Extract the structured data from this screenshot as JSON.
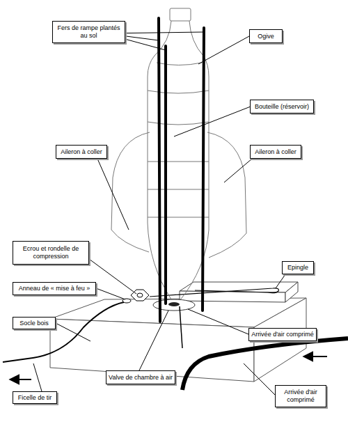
{
  "diagram": {
    "nodes": [
      {
        "text": [
          "Fers de rampe plantés au sol"
        ]
      },
      {
        "text": [
          "Ogive"
        ]
      },
      {
        "text": [
          "Bouteille (réservoir)"
        ]
      },
      {
        "text": [
          "Aileron à coller"
        ]
      },
      {
        "text": [
          "Aileron à coller"
        ]
      },
      {
        "text": [
          "Ecrou et rondelle de compression"
        ]
      },
      {
        "text": [
          "Epingle"
        ]
      },
      {
        "text": [
          "Anneau de « mise à feu »"
        ]
      },
      {
        "text": [
          "Socle bois"
        ]
      },
      {
        "text": [
          "Arrivée d'air comprimé"
        ]
      },
      {
        "text": [
          "Valve de chambre à air"
        ]
      },
      {
        "text": [
          "Arrivée d'air comprimé"
        ]
      },
      {
        "text": [
          "Ficelle de tir"
        ]
      }
    ]
  }
}
